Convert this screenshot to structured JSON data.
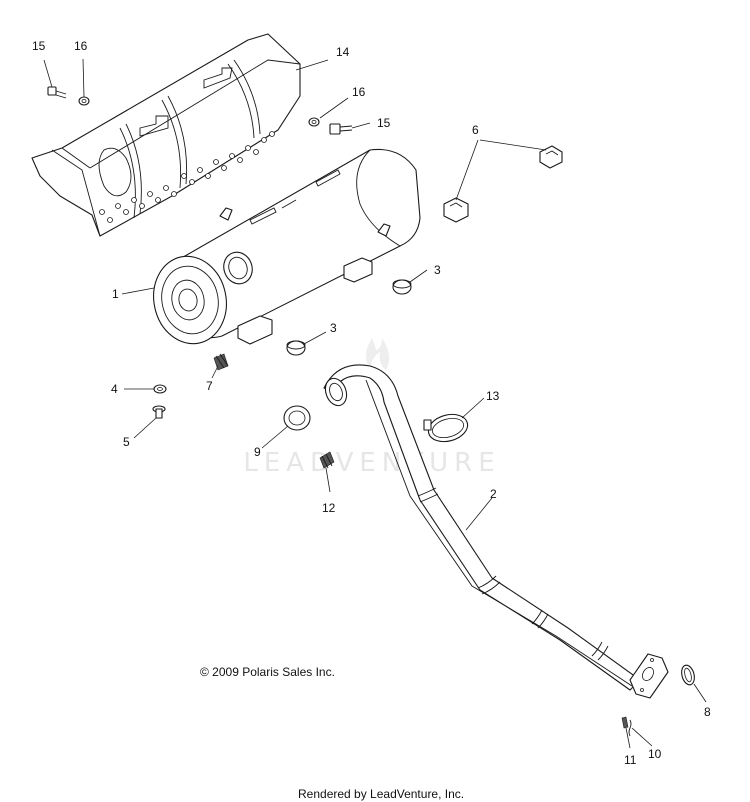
{
  "diagram": {
    "callouts": [
      "1",
      "2",
      "3",
      "3",
      "4",
      "5",
      "6",
      "7",
      "8",
      "9",
      "10",
      "11",
      "12",
      "13",
      "14",
      "15",
      "15",
      "16",
      "16"
    ],
    "watermark": "LEADVENTURE",
    "copyright": "© 2009 Polaris Sales Inc.",
    "footer": "Rendered by LeadVenture, Inc."
  },
  "colors": {
    "line": "#1a1a1a",
    "background": "#ffffff",
    "watermark": "#e6e6e6"
  }
}
